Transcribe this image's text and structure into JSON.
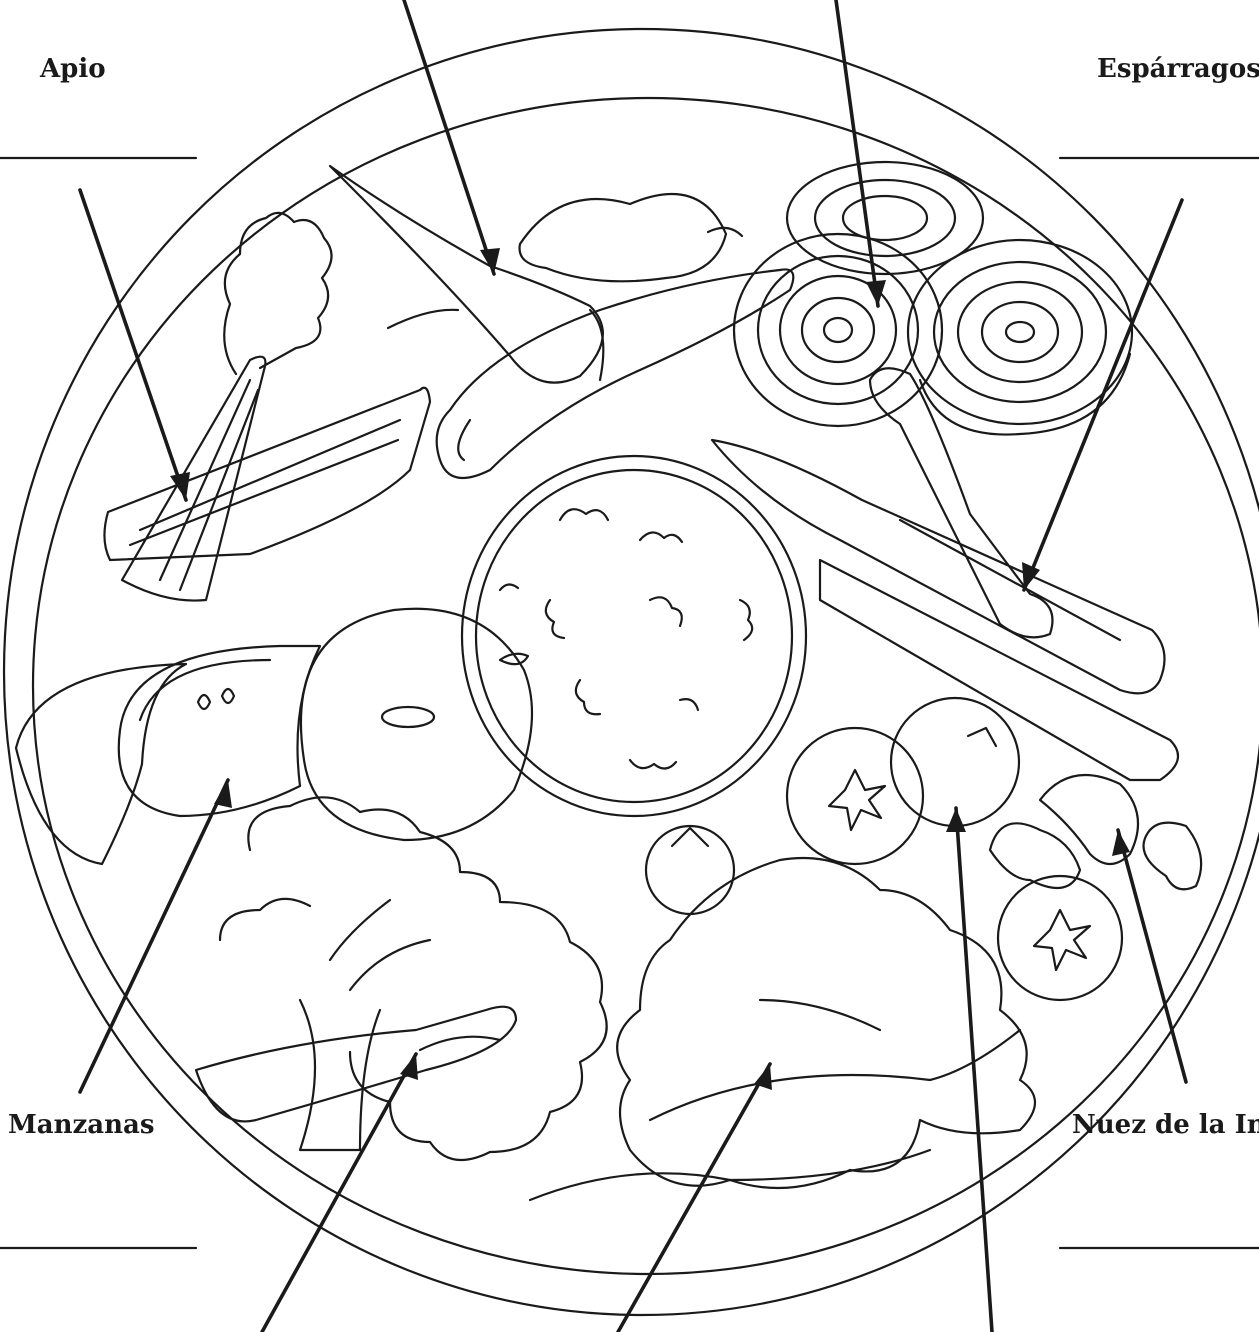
{
  "labels": {
    "apio": "Apio",
    "esparragos": "Espárragos",
    "manzanas": "Manzanas",
    "nuez_de_la_india": "Nuez de la Inc"
  },
  "colors": {
    "ink": "#1a1a1a",
    "paper": "#ffffff"
  }
}
